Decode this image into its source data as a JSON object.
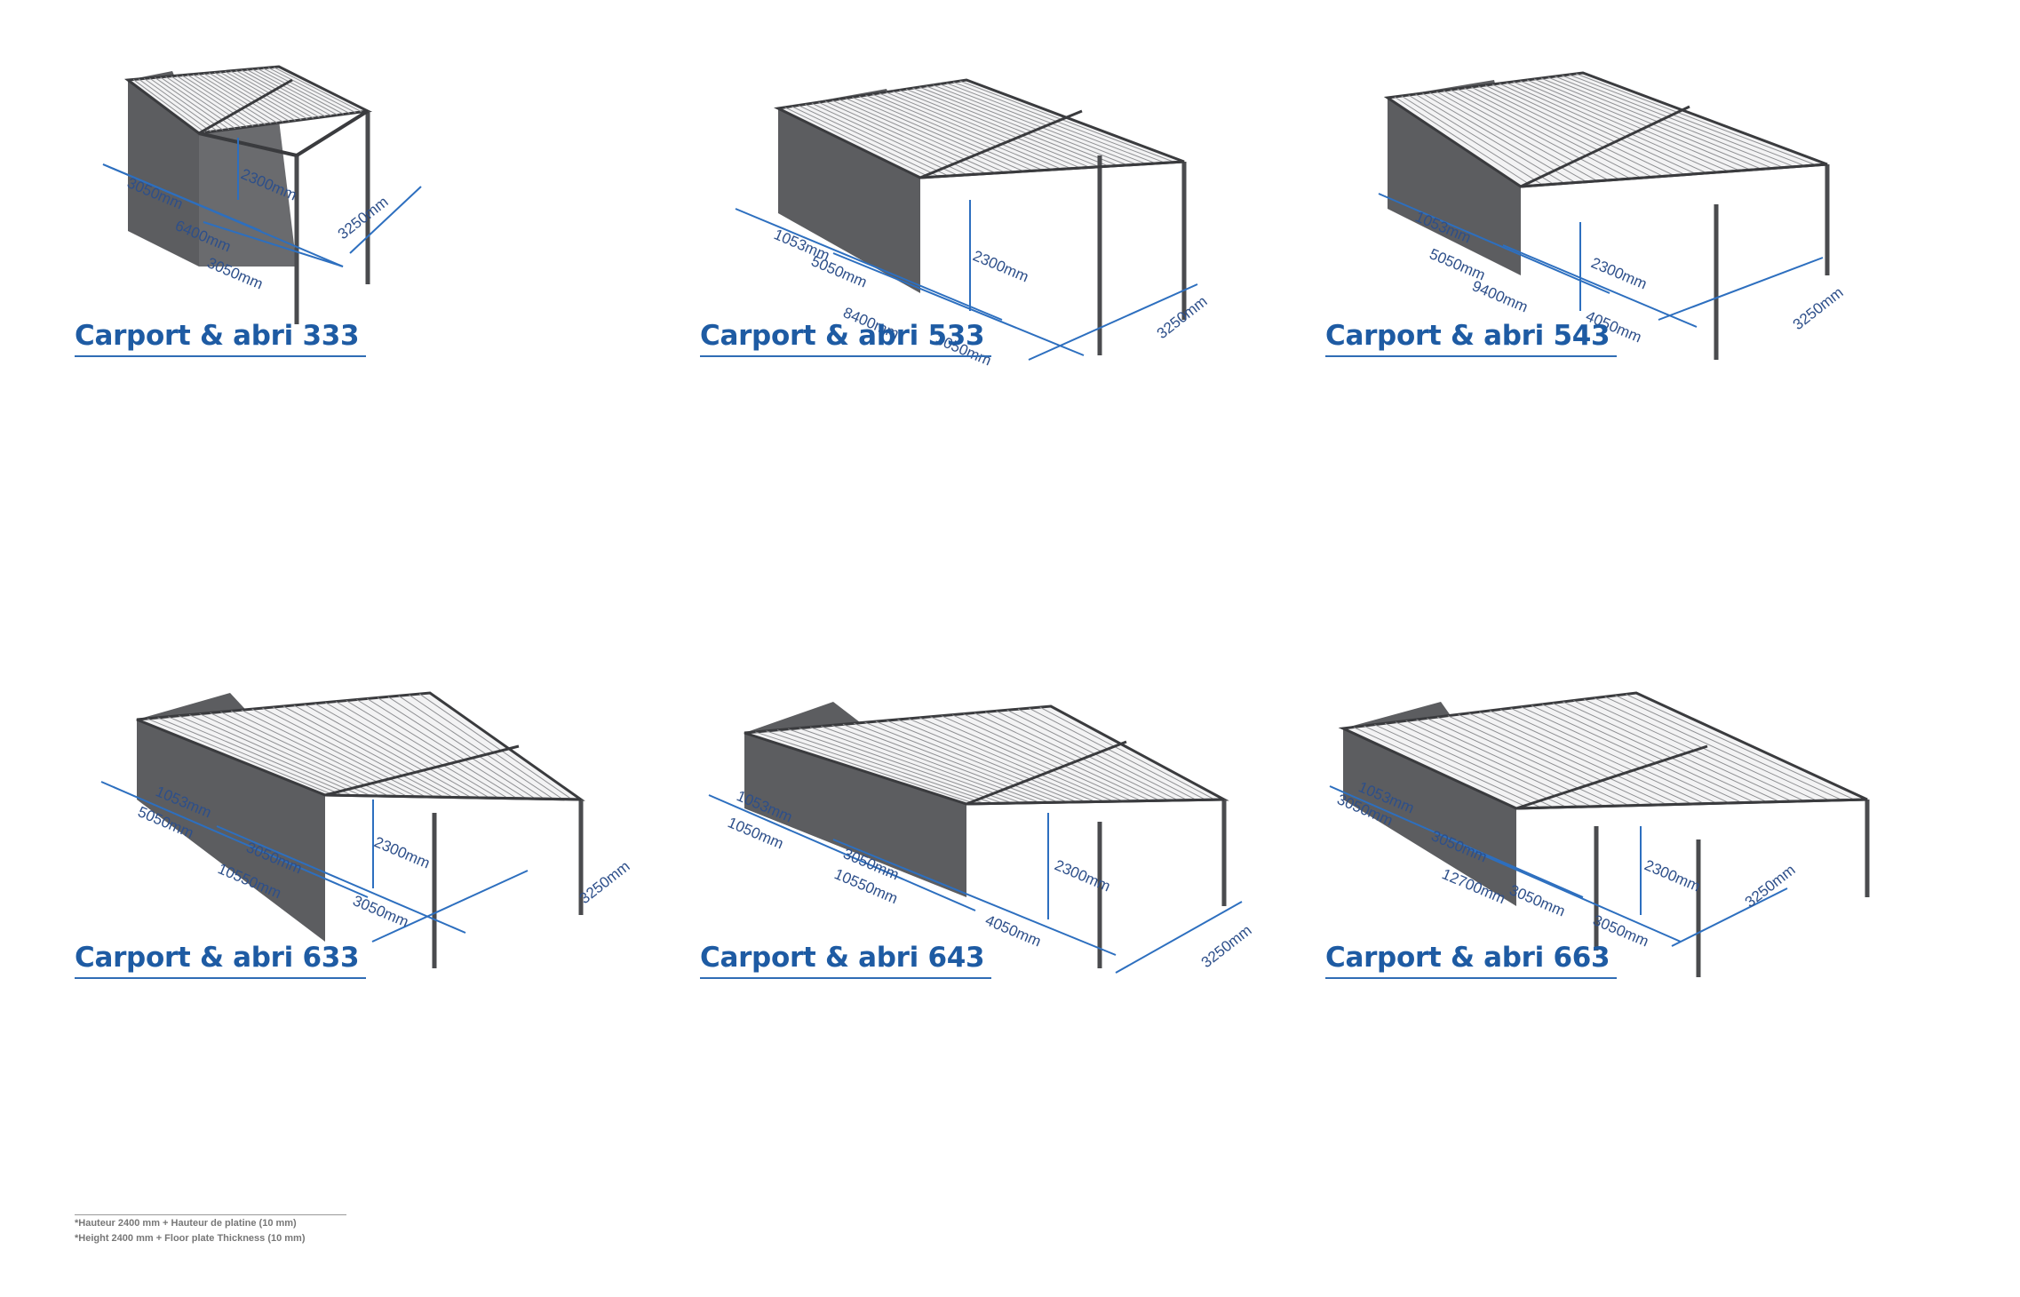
{
  "products": [
    {
      "name": "Carport & abri 333",
      "dims": {
        "total": "6400mm",
        "shed": "3050mm",
        "roof": "3050mm",
        "depth": "3250mm",
        "height": "2300mm"
      }
    },
    {
      "name": "Carport & abri 533",
      "dims": {
        "door": "1053mm",
        "total": "8400mm",
        "shed": "5050mm",
        "roof": "3050mm",
        "depth": "3250mm",
        "height": "2300mm"
      }
    },
    {
      "name": "Carport & abri 543",
      "dims": {
        "door": "1053mm",
        "total": "9400mm",
        "shed": "5050mm",
        "roof": "4050mm",
        "depth": "3250mm",
        "height": "2300mm"
      }
    },
    {
      "name": "Carport & abri 633",
      "dims": {
        "door": "1053mm",
        "front": "5050mm",
        "total": "10550mm",
        "shed": "3050mm",
        "roof": "3050mm",
        "depth": "3250mm",
        "height": "2300mm"
      }
    },
    {
      "name": "Carport & abri 643",
      "dims": {
        "door": "1053mm",
        "front": "1050mm",
        "total": "10550mm",
        "shed": "3050mm",
        "roof": "4050mm",
        "depth": "3250mm",
        "height": "2300mm"
      }
    },
    {
      "name": "Carport & abri 663",
      "dims": {
        "door": "1053mm",
        "front": "3050mm",
        "total": "12700mm",
        "shed": "3050mm",
        "mid": "3050mm",
        "roof": "3050mm",
        "depth": "3250mm",
        "height": "2300mm"
      }
    }
  ],
  "footnotes": [
    "*Hauteur 2400 mm + Hauteur de platine (10 mm)",
    "*Height 2400 mm + Floor plate Thickness (10 mm)"
  ],
  "colors": {
    "title": "#1e5ba3",
    "dimension": "#2d6fbf",
    "wall": "#5c5d60",
    "frame": "#3a3b3e",
    "roof": "#f4f5f6"
  }
}
